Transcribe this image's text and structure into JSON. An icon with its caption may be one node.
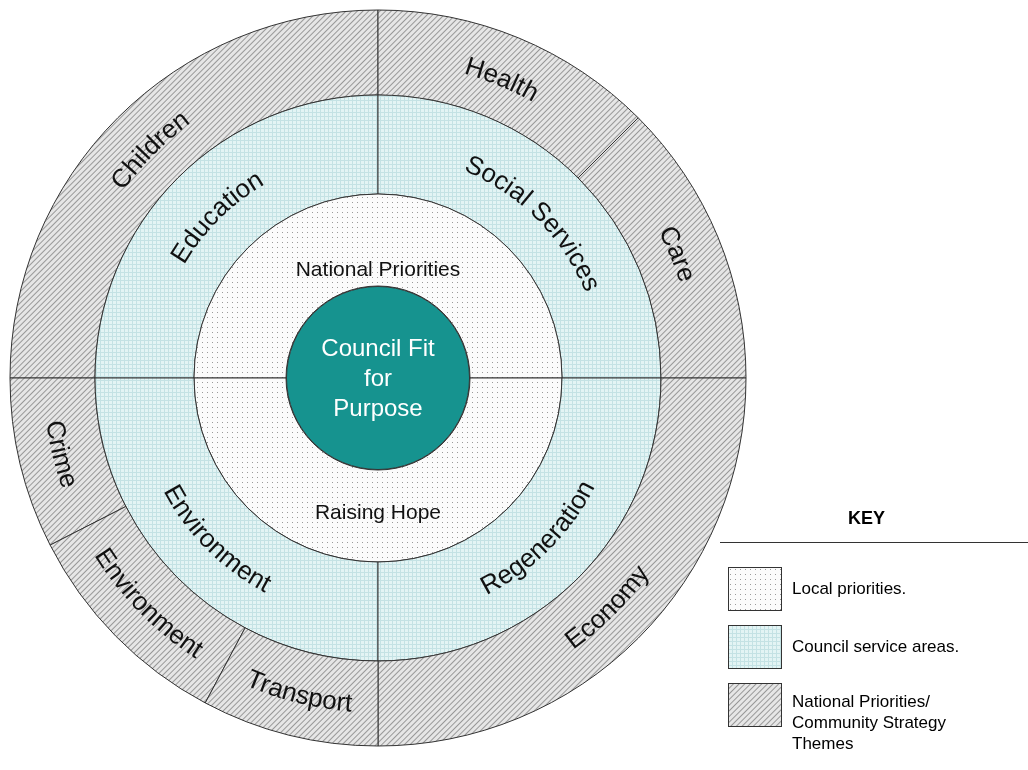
{
  "diagram": {
    "nodes": [
      {
        "text": [
          "Children"
        ]
      },
      {
        "text": [
          "Health"
        ]
      },
      {
        "text": [
          "Education"
        ]
      },
      {
        "text": [
          "Social Services"
        ]
      },
      {
        "text": [
          "Care"
        ]
      },
      {
        "text": [
          "National Priorities"
        ]
      },
      {
        "text": [
          "Council Fit for Purpose"
        ]
      },
      {
        "text": [
          "Crime"
        ]
      },
      {
        "text": [
          "Raising Hope"
        ]
      },
      {
        "text": [
          "Environment"
        ]
      },
      {
        "text": [
          "Regeneration"
        ]
      },
      {
        "text": [
          "Environment"
        ]
      },
      {
        "text": [
          "Economy"
        ]
      },
      {
        "text": [
          "Transport"
        ]
      }
    ],
    "labels": [
      "KEY"
    ],
    "legend": [
      {
        "text": "Local priorities."
      },
      {
        "text": "Council service areas."
      },
      {
        "text": "National Priorities/ Community Strategy Themes"
      }
    ]
  }
}
